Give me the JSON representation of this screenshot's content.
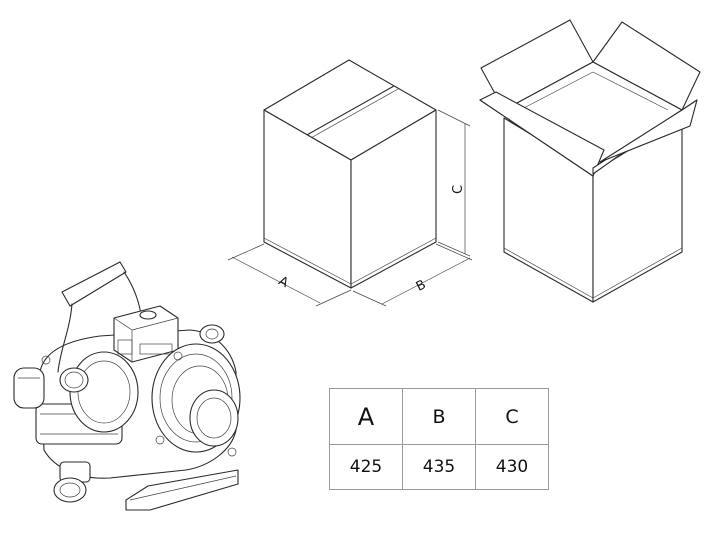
{
  "labels": {
    "a": "A",
    "b": "B",
    "c": "C"
  },
  "table": {
    "headers": [
      "A",
      "B",
      "C"
    ],
    "values": [
      "425",
      "435",
      "430"
    ]
  }
}
